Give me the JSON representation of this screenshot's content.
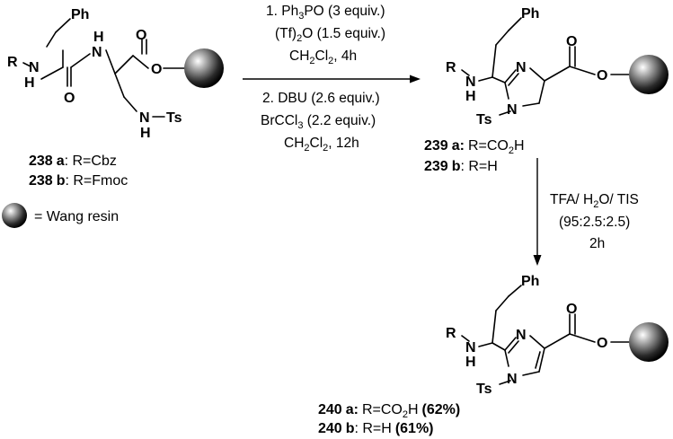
{
  "atoms": {
    "Ph": "Ph",
    "R": "R",
    "N": "N",
    "H": "H",
    "O": "O",
    "Ts": "Ts"
  },
  "compounds": {
    "c238": {
      "a_num": "238",
      "a_letter": "a",
      "a_text": ": R=Cbz",
      "b_num": "238",
      "b_letter": "b",
      "b_text": ": R=Fmoc"
    },
    "c239": {
      "a_num": "239",
      "a_letter": "a:",
      "a_text": "R=CO",
      "a_sub": "2",
      "a_tail": "H",
      "b_num": "239",
      "b_letter": "b",
      "b_text": ": R=H"
    },
    "c240": {
      "a_num": "240",
      "a_letter": "a:",
      "a_text": "R=CO",
      "a_sub": "2",
      "a_tail": "H",
      "a_yield": "(62%)",
      "b_num": "240",
      "b_letter": "b",
      "b_text": ": R=H",
      "b_yield": "(61%)"
    }
  },
  "resin_legend": "= Wang resin",
  "step1": {
    "line1_a": "1. Ph",
    "line1_sub": "3",
    "line1_b": "PO (3 equiv.)",
    "line2_a": "(Tf)",
    "line2_sub": "2",
    "line2_b": "O (1.5 equiv.)",
    "line3_a": "CH",
    "line3_sub1": "2",
    "line3_b": "Cl",
    "line3_sub2": "2",
    "line3_c": ", 4h",
    "line4": "2. DBU (2.6 equiv.)",
    "line5_a": "BrCCl",
    "line5_sub": "3",
    "line5_b": " (2.2 equiv.)",
    "line6_a": "CH",
    "line6_sub1": "2",
    "line6_b": "Cl",
    "line6_sub2": "2",
    "line6_c": ", 12h"
  },
  "step2": {
    "line1_a": "TFA/ H",
    "line1_sub": "2",
    "line1_b": "O/ TIS",
    "line2": "(95:2.5:2.5)",
    "line3": "2h"
  }
}
